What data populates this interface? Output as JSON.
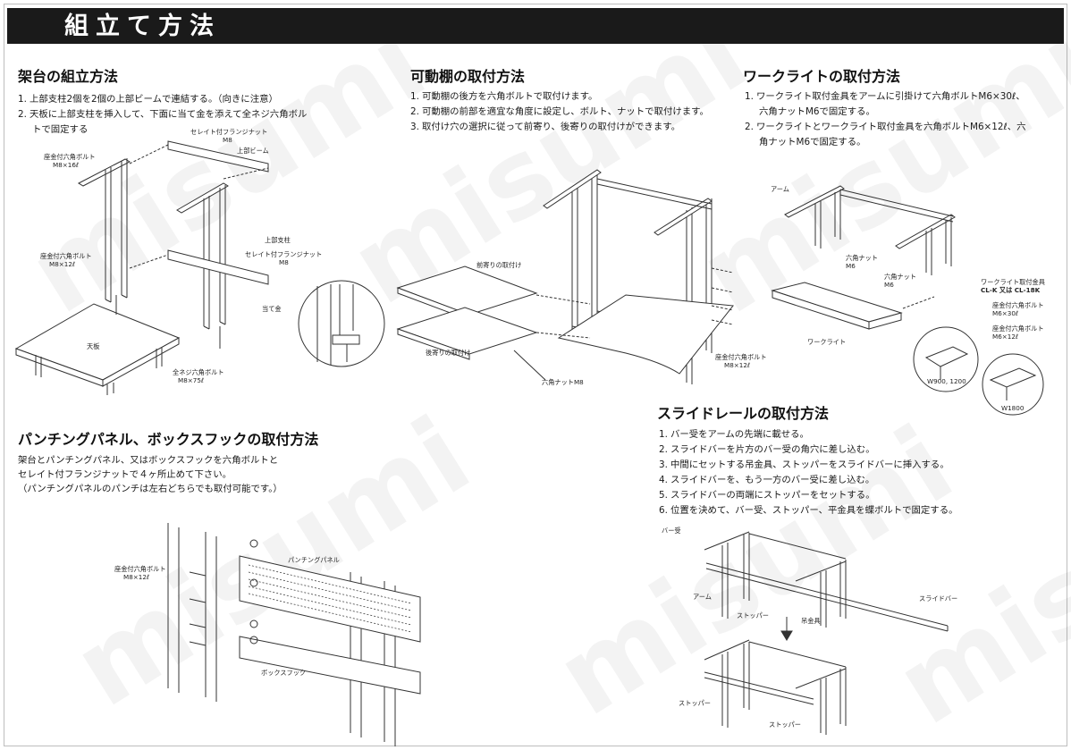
{
  "header": {
    "title": "組立て方法"
  },
  "watermark": "misumi",
  "colors": {
    "header_bg": "#1a1a1a",
    "header_text": "#ffffff",
    "line": "#333333"
  },
  "sections": {
    "stand": {
      "title": "架台の組立方法",
      "steps": [
        {
          "num": "1.",
          "text": "上部支柱2個を2個の上部ビームで連結する。（向きに注意）"
        },
        {
          "num": "2.",
          "text": "天板に上部支柱を挿入して、下面に当て金を添えて全ネジ六角ボル",
          "cont": "トで固定する"
        }
      ],
      "labels": {
        "serrated_nut_m8_a": "セレイト付フランジナット",
        "serrated_nut_m8_a_size": "M8",
        "upper_beam": "上部ビーム",
        "bolt_m8x16": "座金付六角ボルト",
        "bolt_m8x16_size": "M8×16ℓ",
        "upper_post": "上部支柱",
        "serrated_nut_m8_b": "セレイト付フランジナット",
        "serrated_nut_m8_b_size": "M8",
        "bolt_m8x12": "座金付六角ボルト",
        "bolt_m8x12_size": "M8×12ℓ",
        "backing_plate": "当て金",
        "top_board": "天板",
        "full_thread_bolt": "全ネジ六角ボルト",
        "full_thread_bolt_size": "M8×75ℓ"
      }
    },
    "shelf": {
      "title": "可動棚の取付方法",
      "steps": [
        {
          "num": "1.",
          "text": "可動棚の後方を六角ボルトで取付けます。"
        },
        {
          "num": "2.",
          "text": "可動棚の前部を適宜な角度に設定し、ボルト、ナットで取付けます。"
        },
        {
          "num": "3.",
          "text": "取付け穴の選択に従って前寄り、後寄りの取付けができます。"
        }
      ],
      "labels": {
        "front_mount": "前寄りの取付け",
        "rear_mount": "後寄りの取付け",
        "hex_nut_m8": "六角ナットM8",
        "bolt_m8x12": "座金付六角ボルト",
        "bolt_m8x12_size": "M8×12ℓ"
      }
    },
    "worklight": {
      "title": "ワークライトの取付方法",
      "steps": [
        {
          "num": "1.",
          "text": "ワークライト取付金具をアームに引掛けて六角ボルトM6×30ℓ、",
          "cont": "六角ナットM6で固定する。"
        },
        {
          "num": "2.",
          "text": "ワークライトとワークライト取付金具を六角ボルトM6×12ℓ、六",
          "cont": "角ナットM6で固定する。"
        }
      ],
      "labels": {
        "arm": "アーム",
        "hex_nut_m6_a": "六角ナット",
        "hex_nut_m6_a_size": "M6",
        "hex_nut_m6_b": "六角ナット",
        "hex_nut_m6_b_size": "M6",
        "bracket": "ワークライト取付金具",
        "bracket_models": "CL-K 又は CL-18K",
        "bolt_m6x30": "座金付六角ボルト",
        "bolt_m6x30_size": "M6×30ℓ",
        "bolt_m6x12": "座金付六角ボルト",
        "bolt_m6x12_size": "M6×12ℓ",
        "worklight": "ワークライト",
        "w900": "W900, 1200",
        "w1800": "W1800"
      }
    },
    "panel": {
      "title": "パンチングパネル、ボックスフックの取付方法",
      "lines": [
        "架台とパンチングパネル、又はボックスフックを六角ボルトと",
        "セレイト付フランジナットで４ヶ所止めて下さい。",
        "（パンチングパネルのパンチは左右どちらでも取付可能です。）"
      ],
      "labels": {
        "bolt_m8x12": "座金付六角ボルト",
        "bolt_m8x12_size": "M8×12ℓ",
        "punching_panel": "パンチングパネル",
        "box_hook": "ボックスフック"
      }
    },
    "rail": {
      "title": "スライドレールの取付方法",
      "steps": [
        {
          "num": "1.",
          "text": "バー受をアームの先端に載せる。"
        },
        {
          "num": "2.",
          "text": "スライドバーを片方のバー受の角穴に差し込む。"
        },
        {
          "num": "3.",
          "text": "中間にセットする吊金具、ストッパーをスライドバーに挿入する。"
        },
        {
          "num": "4.",
          "text": "スライドバーを、もう一方のバー受に差し込む。"
        },
        {
          "num": "5.",
          "text": "スライドバーの両端にストッパーをセットする。"
        },
        {
          "num": "6.",
          "text": "位置を決めて、バー受、ストッパー、平金具を蝶ボルトで固定する。"
        }
      ],
      "labels": {
        "bar_holder": "バー受",
        "arm": "アーム",
        "stopper_a": "ストッパー",
        "hanger": "吊金具",
        "slide_bar": "スライドバー",
        "stopper_b": "ストッパー",
        "stopper_c": "ストッパー"
      }
    }
  }
}
